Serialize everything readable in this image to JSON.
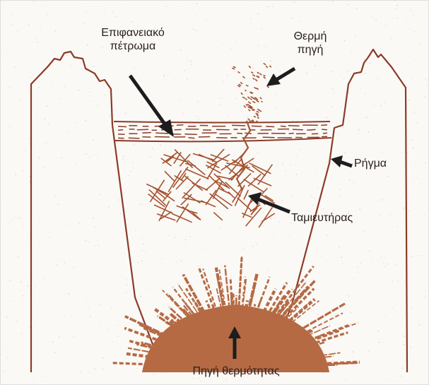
{
  "labels": {
    "surface_rock_line1": "Επιφανειακό",
    "surface_rock_line2": "πέτρωμα",
    "hot_spring_line1": "Θερμή",
    "hot_spring_line2": "πηγή",
    "fracture": "Ρήγμα",
    "reservoir": "Ταμιευτήρας",
    "heat_source": "Πηγή θερμότητας"
  },
  "colors": {
    "outline": "#8b3b28",
    "rust": "#a4532f",
    "heat": "#b56a44",
    "arrow": "#1d1d1d",
    "text": "#2a1f1c",
    "paper": "#fbf9f6"
  }
}
